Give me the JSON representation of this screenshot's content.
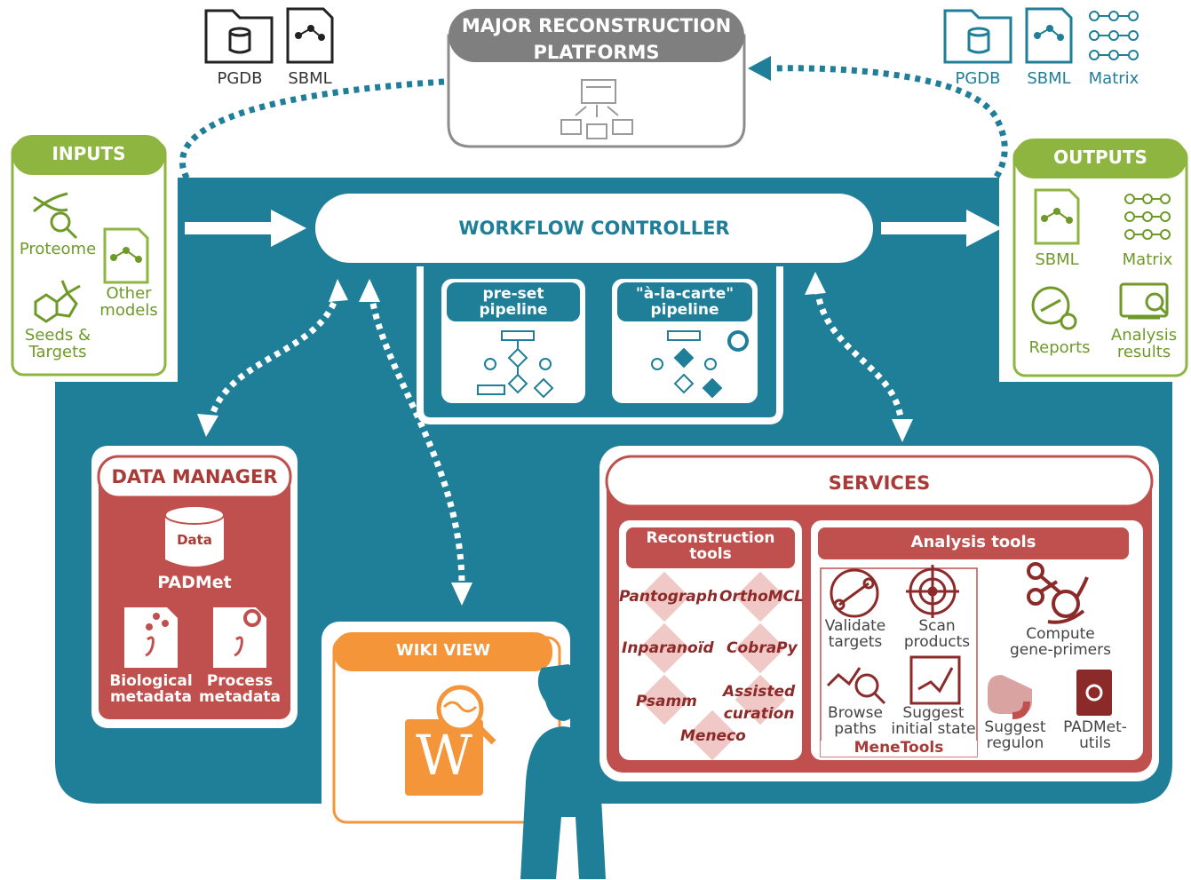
{
  "platforms": {
    "title_line1": "MAJOR RECONSTRUCTION",
    "title_line2": "PLATFORMS",
    "left_icons": [
      "PGDB",
      "SBML"
    ],
    "right_icons": [
      "PGDB",
      "SBML",
      "Matrix"
    ]
  },
  "inputs": {
    "title": "INPUTS",
    "proteome": "Proteome",
    "other_models_1": "Other",
    "other_models_2": "models",
    "seeds_1": "Seeds &",
    "seeds_2": "Targets"
  },
  "outputs": {
    "title": "OUTPUTS",
    "sbml": "SBML",
    "matrix": "Matrix",
    "reports": "Reports",
    "analysis_1": "Analysis",
    "analysis_2": "results"
  },
  "workflow": {
    "title": "WORKFLOW CONTROLLER",
    "preset_1": "pre-set",
    "preset_2": "pipeline",
    "alacarte_1": "\"à-la-carte\"",
    "alacarte_2": "pipeline"
  },
  "data_manager": {
    "title": "DATA MANAGER",
    "data": "Data",
    "padmet": "PADMet",
    "bio_1": "Biological",
    "bio_2": "metadata",
    "proc_1": "Process",
    "proc_2": "metadata"
  },
  "wiki": {
    "title": "WIKI VIEW",
    "logo_letter": "W"
  },
  "services": {
    "title": "SERVICES",
    "recon_title_1": "Reconstruction",
    "recon_title_2": "tools",
    "recon_tools": {
      "pantograph": "Pantograph",
      "orthomcl": "OrthoMCL",
      "inparanoid": "Inparanoïd",
      "cobrapy": "CobraPy",
      "psamm": "Psamm",
      "assisted_1": "Assisted",
      "assisted_2": "curation",
      "meneco": "Meneco"
    },
    "analysis_title": "Analysis tools",
    "analysis": {
      "validate_1": "Validate",
      "validate_2": "targets",
      "scan_1": "Scan",
      "scan_2": "products",
      "compute_1": "Compute",
      "compute_2": "gene-primers",
      "browse_1": "Browse",
      "browse_2": "paths",
      "suggest_1": "Suggest",
      "suggest_2": "initial state",
      "regulon_1": "Suggest",
      "regulon_2": "regulon",
      "padmetutils_1": "PADMet-",
      "padmetutils_2": "utils",
      "menetools": "MeneTools"
    }
  },
  "colors": {
    "teal": "#1f7e98",
    "green": "#8db53f",
    "red": "#c0504d",
    "orange": "#f39538",
    "gray": "#8c8c8c"
  }
}
